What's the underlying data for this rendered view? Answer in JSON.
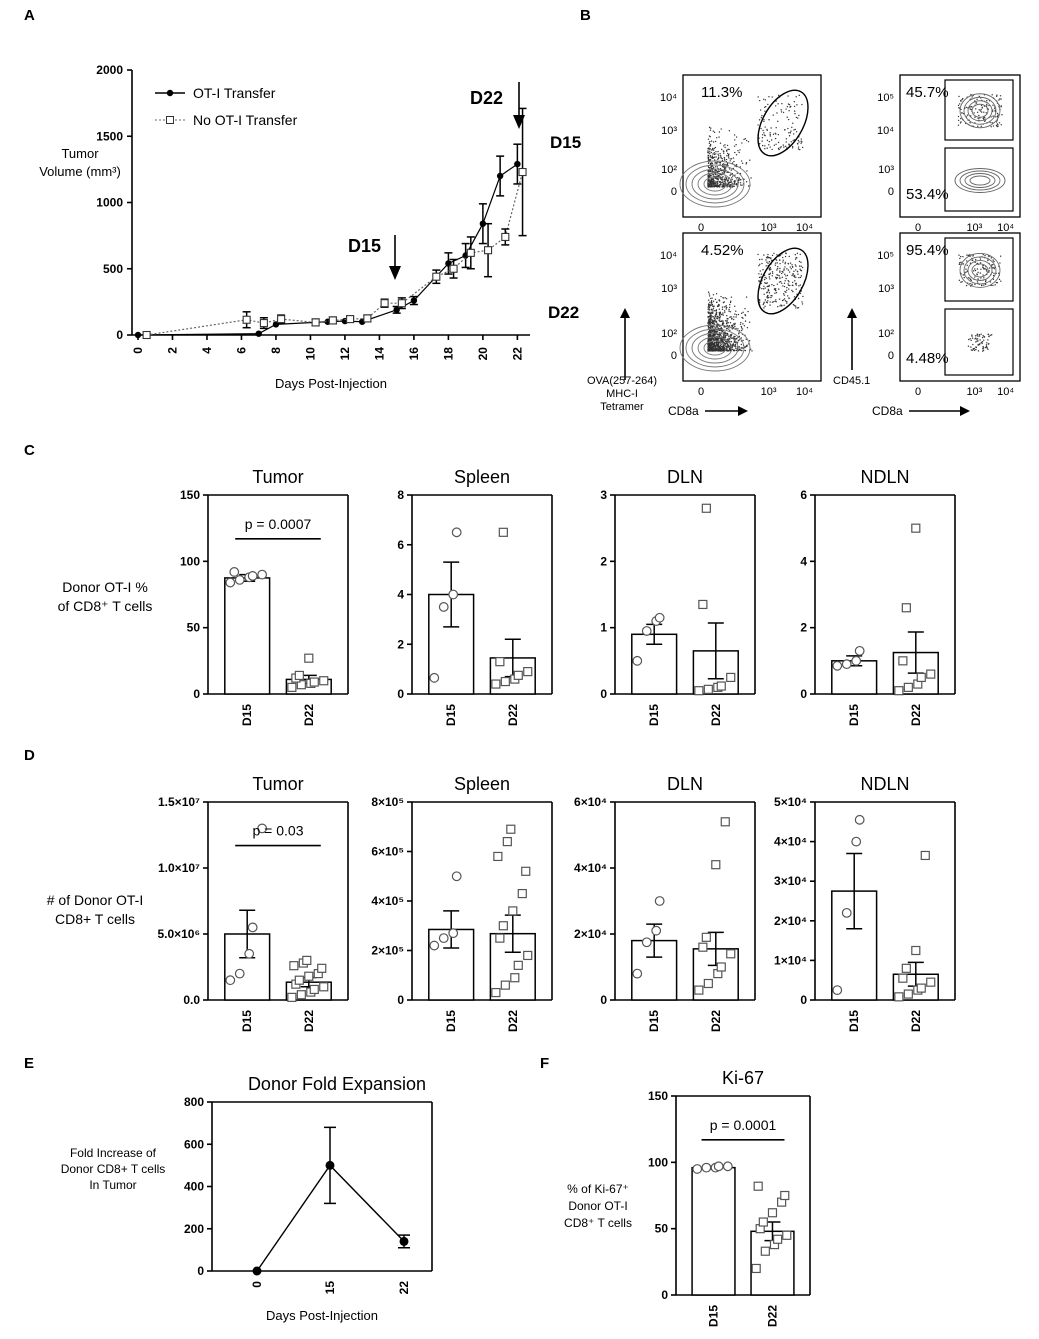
{
  "panel_labels": {
    "A": "A",
    "B": "B",
    "C": "C",
    "D": "D",
    "E": "E",
    "F": "F"
  },
  "flow": {
    "row_labels": [
      "D15",
      "D22"
    ],
    "panels": [
      {
        "pct_top": "11.3%",
        "pct_bottom": "",
        "ticks_y": [
          "10⁴",
          "10³",
          "10²",
          "0"
        ]
      },
      {
        "pct_top": "45.7%",
        "pct_bottom": "53.4%",
        "ticks_y": [
          "10⁵",
          "10⁴",
          "10³",
          "0"
        ]
      },
      {
        "pct_top": "4.52%",
        "pct_bottom": "",
        "ticks_y": [
          "10⁴",
          "10³",
          "10²",
          "0"
        ]
      },
      {
        "pct_top": "95.4%",
        "pct_bottom": "4.48%",
        "ticks_y": [
          "10⁵",
          "10³",
          "10²",
          "0"
        ]
      }
    ],
    "ticks_x": [
      "0",
      "10³",
      "10⁴"
    ],
    "y_label_left": [
      "OVA(257-264)",
      "MHC-I",
      "Tetramer"
    ],
    "x_label": "CD8a",
    "y_label_right": "CD45.1"
  },
  "chart_data": [
    {
      "panel": "A",
      "type": "line",
      "title": "",
      "xlabel": "Days Post-Injection",
      "ylabel": "Tumor Volume (mm³)",
      "ylabel_lines": [
        "Tumor",
        "Volume (mm³)"
      ],
      "xlim": [
        0,
        22.5
      ],
      "ylim": [
        0,
        2000
      ],
      "xticks": [
        0,
        2,
        4,
        6,
        8,
        10,
        12,
        14,
        16,
        18,
        20,
        22
      ],
      "yticks": [
        0,
        500,
        1000,
        1500,
        2000
      ],
      "legend_position": "top-left",
      "series": [
        {
          "name": "OT-I Transfer",
          "marker": "circle",
          "x": [
            0,
            7,
            8,
            11,
            12,
            13,
            15,
            16,
            18,
            19,
            20,
            21,
            22
          ],
          "y": [
            0,
            10,
            80,
            100,
            105,
            100,
            190,
            260,
            540,
            600,
            840,
            1200,
            1290
          ],
          "err": [
            0,
            0,
            0,
            0,
            0,
            0,
            25,
            30,
            80,
            90,
            150,
            150,
            150
          ]
        },
        {
          "name": "No OT-I Transfer",
          "marker": "square",
          "x": [
            0.5,
            6.3,
            7.3,
            8.3,
            10.3,
            11.3,
            12.3,
            13.3,
            14.3,
            15.3,
            17.3,
            18.3,
            19.3,
            20.3,
            21.3,
            22.3
          ],
          "y": [
            0,
            115,
            90,
            120,
            95,
            110,
            120,
            125,
            240,
            240,
            440,
            500,
            620,
            640,
            740,
            1230
          ],
          "err": [
            0,
            60,
            40,
            30,
            25,
            25,
            20,
            25,
            30,
            40,
            50,
            70,
            120,
            200,
            60,
            480
          ]
        }
      ],
      "annotations": [
        {
          "label": "D15",
          "x": 15
        },
        {
          "label": "D22",
          "x": 22
        }
      ]
    },
    {
      "panel": "C",
      "type": "bar",
      "ylabel_lines": [
        "Donor OT-I %",
        "of CD8⁺ T cells"
      ],
      "charts": [
        {
          "title": "Tumor",
          "ylim": [
            0,
            150
          ],
          "yticks": [
            0,
            50,
            100,
            150
          ],
          "ytick_labels": [
            "0",
            "50",
            "100",
            "150"
          ],
          "categories": [
            "D15",
            "D22"
          ],
          "values": [
            87.5,
            11
          ],
          "sem": [
            2.5,
            3
          ],
          "points": [
            [
              84,
              86,
              88,
              89,
              90,
              92
            ],
            [
              5,
              7,
              8,
              9,
              10,
              12,
              14,
              27
            ]
          ],
          "pvalue": "p = 0.0007"
        },
        {
          "title": "Spleen",
          "ylim": [
            0,
            8
          ],
          "yticks": [
            0,
            2,
            4,
            6,
            8
          ],
          "ytick_labels": [
            "0",
            "2",
            "4",
            "6",
            "8"
          ],
          "categories": [
            "D15",
            "D22"
          ],
          "values": [
            4.0,
            1.45
          ],
          "sem": [
            1.3,
            0.75
          ],
          "points": [
            [
              0.65,
              3.5,
              4.0,
              6.5
            ],
            [
              0.4,
              0.5,
              0.6,
              0.75,
              0.9,
              1.3,
              6.5
            ]
          ],
          "pvalue": ""
        },
        {
          "title": "DLN",
          "ylim": [
            0,
            3
          ],
          "yticks": [
            0,
            1,
            2,
            3
          ],
          "ytick_labels": [
            "0",
            "1",
            "2",
            "3"
          ],
          "categories": [
            "D15",
            "D22"
          ],
          "values": [
            0.9,
            0.65
          ],
          "sem": [
            0.15,
            0.42
          ],
          "points": [
            [
              0.5,
              0.95,
              1.1,
              1.15
            ],
            [
              0.05,
              0.07,
              0.1,
              0.12,
              0.25,
              1.35,
              2.8
            ]
          ],
          "pvalue": ""
        },
        {
          "title": "NDLN",
          "ylim": [
            0,
            6
          ],
          "yticks": [
            0,
            2,
            4,
            6
          ],
          "ytick_labels": [
            "0",
            "2",
            "4",
            "6"
          ],
          "categories": [
            "D15",
            "D22"
          ],
          "values": [
            1.0,
            1.25
          ],
          "sem": [
            0.15,
            0.62
          ],
          "points": [
            [
              0.85,
              0.9,
              1.0,
              1.3
            ],
            [
              0.1,
              0.2,
              0.3,
              0.5,
              0.6,
              1.0,
              2.6,
              5.0
            ]
          ],
          "pvalue": ""
        }
      ]
    },
    {
      "panel": "D",
      "type": "bar",
      "ylabel_lines": [
        "# of Donor OT-I",
        "CD8+ T cells"
      ],
      "charts": [
        {
          "title": "Tumor",
          "ylim": [
            0,
            15000000
          ],
          "yticks": [
            0,
            5000000,
            10000000,
            15000000
          ],
          "ytick_labels": [
            "0.0",
            "5.0×10⁶",
            "1.0×10⁷",
            "1.5×10⁷"
          ],
          "categories": [
            "D15",
            "D22"
          ],
          "values": [
            5000000,
            1350000
          ],
          "sem": [
            1800000,
            350000
          ],
          "points": [
            [
              1500000,
              2000000,
              3500000,
              5500000,
              13000000
            ],
            [
              200000,
              400000,
              600000,
              800000,
              1000000,
              1200000,
              1500000,
              1800000,
              2000000,
              2400000,
              2600000,
              2800000,
              3000000
            ]
          ],
          "pvalue": "p = 0.03"
        },
        {
          "title": "Spleen",
          "ylim": [
            0,
            800000
          ],
          "yticks": [
            0,
            200000,
            400000,
            600000,
            800000
          ],
          "ytick_labels": [
            "0",
            "2×10⁵",
            "4×10⁵",
            "6×10⁵",
            "8×10⁵"
          ],
          "categories": [
            "D15",
            "D22"
          ],
          "values": [
            285000,
            268000
          ],
          "sem": [
            75000,
            75000
          ],
          "points": [
            [
              220000,
              250000,
              270000,
              500000
            ],
            [
              30000,
              60000,
              90000,
              140000,
              180000,
              250000,
              300000,
              360000,
              430000,
              520000,
              580000,
              640000,
              690000
            ]
          ],
          "pvalue": ""
        },
        {
          "title": "DLN",
          "ylim": [
            0,
            60000
          ],
          "yticks": [
            0,
            20000,
            40000,
            60000
          ],
          "ytick_labels": [
            "0",
            "2×10⁴",
            "4×10⁴",
            "6×10⁴"
          ],
          "categories": [
            "D15",
            "D22"
          ],
          "values": [
            18000,
            15500
          ],
          "sem": [
            5000,
            5000
          ],
          "points": [
            [
              8000,
              17500,
              21000,
              30000
            ],
            [
              3000,
              5000,
              8000,
              10000,
              14000,
              16000,
              19000,
              41000,
              54000
            ]
          ],
          "pvalue": ""
        },
        {
          "title": "NDLN",
          "ylim": [
            0,
            50000
          ],
          "yticks": [
            0,
            10000,
            20000,
            30000,
            40000,
            50000
          ],
          "ytick_labels": [
            "0",
            "1×10⁴",
            "2×10⁴",
            "3×10⁴",
            "4×10⁴",
            "5×10⁴"
          ],
          "categories": [
            "D15",
            "D22"
          ],
          "values": [
            27500,
            6500
          ],
          "sem": [
            9500,
            3000
          ],
          "points": [
            [
              2500,
              22000,
              40000,
              45500
            ],
            [
              800,
              1500,
              2500,
              3000,
              4500,
              5500,
              8000,
              12500,
              36500
            ]
          ],
          "pvalue": ""
        }
      ]
    },
    {
      "panel": "E",
      "type": "line",
      "title": "Donor Fold Expansion",
      "xlabel": "Days Post-Injection",
      "ylabel_lines": [
        "Fold Increase of",
        "Donor CD8+ T cells",
        "In Tumor"
      ],
      "categories": [
        "0",
        "15",
        "22"
      ],
      "values": [
        0,
        500,
        140
      ],
      "err": [
        0,
        180,
        30
      ],
      "ylim": [
        0,
        800
      ],
      "yticks": [
        0,
        200,
        400,
        600,
        800
      ]
    },
    {
      "panel": "F",
      "type": "bar",
      "title": "Ki-67",
      "ylabel_lines": [
        "% of Ki-67⁺",
        "Donor OT-I",
        "CD8⁺ T cells"
      ],
      "ylim": [
        0,
        150
      ],
      "yticks": [
        0,
        50,
        100,
        150
      ],
      "ytick_labels": [
        "0",
        "50",
        "100",
        "150"
      ],
      "categories": [
        "D15",
        "D22"
      ],
      "values": [
        96,
        48
      ],
      "sem": [
        1,
        7
      ],
      "points": [
        [
          95,
          96,
          96,
          97,
          97
        ],
        [
          20,
          33,
          38,
          42,
          45,
          50,
          55,
          62,
          70,
          75,
          82
        ]
      ],
      "pvalue": "p = 0.0001"
    }
  ]
}
